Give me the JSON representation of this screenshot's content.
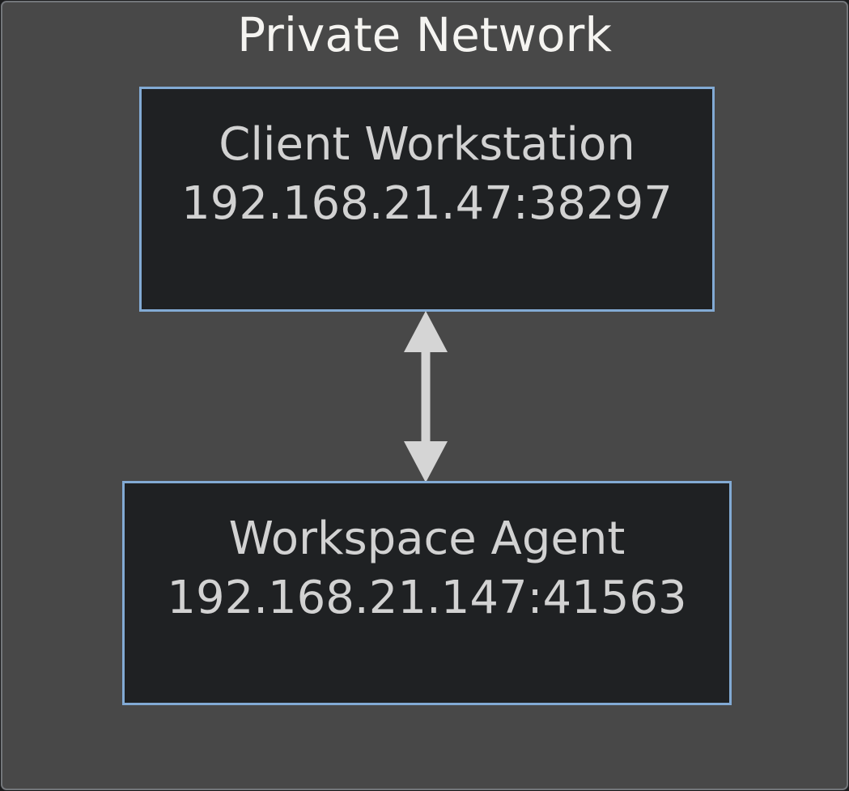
{
  "diagram": {
    "title": "Private Network",
    "nodes": [
      {
        "id": "client-workstation",
        "label": "Client Workstation",
        "address": "192.168.21.47:38297"
      },
      {
        "id": "workspace-agent",
        "label": "Workspace Agent",
        "address": "192.168.21.147:41563"
      }
    ],
    "edges": [
      {
        "from": "client-workstation",
        "to": "workspace-agent",
        "style": "bidirectional-arrow"
      }
    ],
    "colors": {
      "background": "#484848",
      "frame_border": "#73767a",
      "node_fill": "#1f2123",
      "node_border": "#82aad4",
      "node_text": "#d2d2d2",
      "title_text": "#f5f4f1",
      "arrow": "#d5d5d5"
    }
  }
}
